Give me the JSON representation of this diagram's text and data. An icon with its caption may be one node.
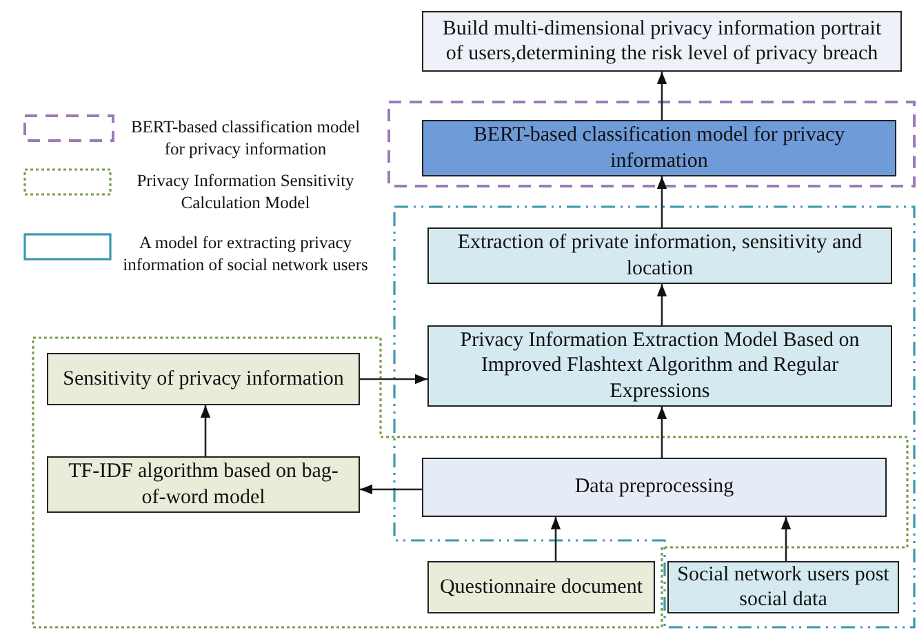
{
  "diagram": {
    "nodes": [
      {
        "text": [
          "Build multi-dimensional privacy information portrait of users,determining the risk level of privacy breach"
        ]
      },
      {
        "text": [
          "BERT-based classification model for privacy information"
        ]
      },
      {
        "text": [
          "Extraction of private information, sensitivity and location"
        ]
      },
      {
        "text": [
          "Privacy Information Extraction Model Based on Improved Flashtext Algorithm and Regular Expressions"
        ]
      },
      {
        "text": [
          "Data preprocessing"
        ]
      },
      {
        "text": [
          "Questionnaire document"
        ]
      },
      {
        "text": [
          "Social network users post social data"
        ]
      },
      {
        "text": [
          "Sensitivity of privacy information"
        ]
      },
      {
        "text": [
          "TF-IDF algorithm based on bag-of-word model"
        ]
      }
    ],
    "edges": [
      {
        "from": 1,
        "to": 0,
        "arrow": "to"
      },
      {
        "from": 2,
        "to": 1,
        "arrow": "to"
      },
      {
        "from": 3,
        "to": 2,
        "arrow": "to"
      },
      {
        "from": 4,
        "to": 3,
        "arrow": "to"
      },
      {
        "from": 5,
        "to": 4,
        "arrow": "to"
      },
      {
        "from": 6,
        "to": 4,
        "arrow": "to"
      },
      {
        "from": 4,
        "to": 8,
        "arrow": "to"
      },
      {
        "from": 8,
        "to": 7,
        "arrow": "to"
      },
      {
        "from": 7,
        "to": 3,
        "arrow": "to"
      }
    ],
    "legend": [
      {
        "text": "BERT-based classification model for privacy information"
      },
      {
        "text": "Privacy Information Sensitivity Calculation Model"
      },
      {
        "text": "A model for extracting privacy information of social network users"
      }
    ]
  }
}
